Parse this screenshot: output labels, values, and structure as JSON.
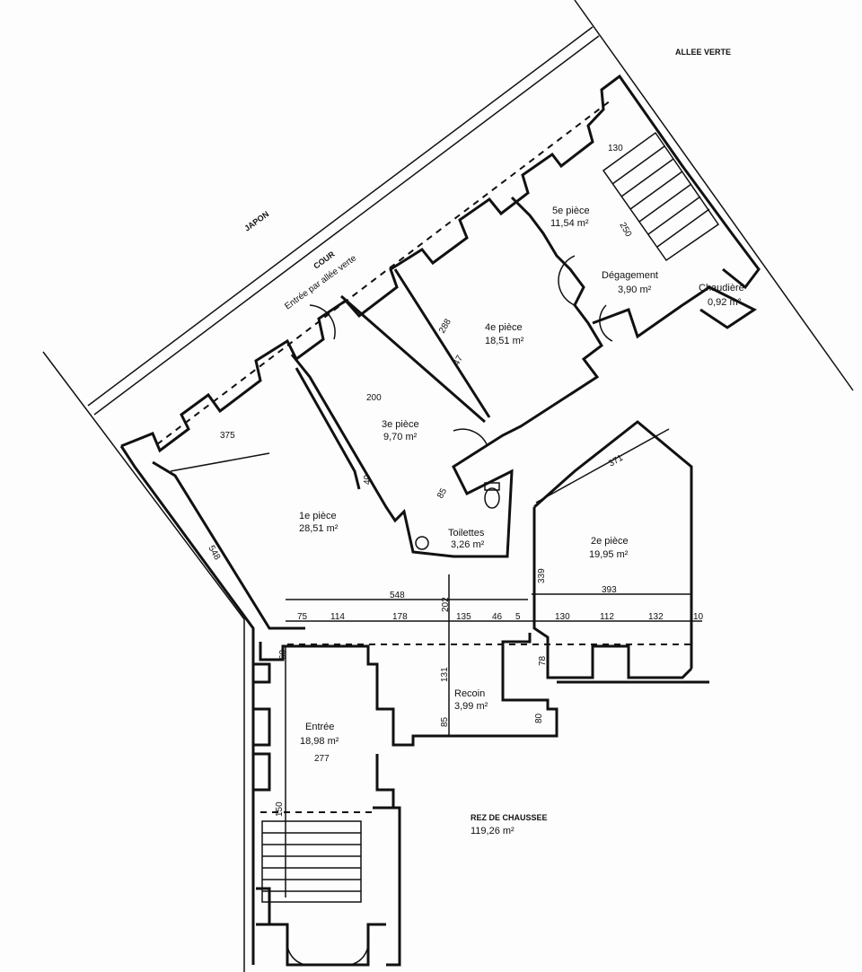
{
  "context": {
    "street_right": "ALLEE VERTE",
    "street_left": "JAPON",
    "court": "COUR",
    "court_entry": "Entrée par allée verte"
  },
  "rooms": [
    {
      "name": "1e pièce",
      "area": "28,51 m²"
    },
    {
      "name": "2e pièce",
      "area": "19,95 m²"
    },
    {
      "name": "3e pièce",
      "area": "9,70 m²"
    },
    {
      "name": "4e pièce",
      "area": "18,51 m²"
    },
    {
      "name": "5e pièce",
      "area": "11,54 m²"
    },
    {
      "name": "Dégagement",
      "area": "3,90 m²"
    },
    {
      "name": "Chaudière",
      "area": "0,92 m²"
    },
    {
      "name": "Toilettes",
      "area": "3,26 m²"
    },
    {
      "name": "Entrée",
      "area": "18,98 m²"
    },
    {
      "name": "Recoin",
      "area": "3,99 m²"
    }
  ],
  "floor": {
    "name": "REZ DE CHAUSSEE",
    "area": "119,26 m²"
  },
  "dimensions": {
    "d375": "375",
    "d548a": "548",
    "d200": "200",
    "d40": "40",
    "d85a": "85",
    "d288": "288",
    "d47": "47",
    "d130a": "130",
    "d250": "250",
    "d371": "371",
    "d339": "339",
    "d548b": "548",
    "d393": "393",
    "d202": "202",
    "row": [
      "75",
      "114",
      "178",
      "135",
      "46",
      "5",
      "130",
      "112",
      "132",
      "10"
    ],
    "d60": "60",
    "d131": "131",
    "d78": "78",
    "d85b": "85",
    "d80": "80",
    "d277": "277",
    "d150": "150"
  }
}
